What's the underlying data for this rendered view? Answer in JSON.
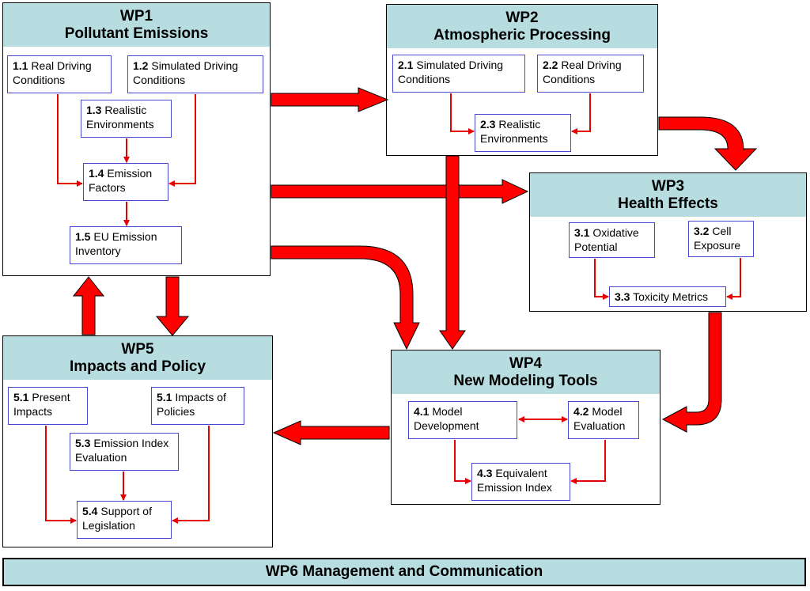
{
  "colors": {
    "header_bg": "#b7dde1",
    "arrow_fill": "#ff0000",
    "task_border": "#4747d1",
    "small_arrow": "#e60000"
  },
  "wp1": {
    "number": "WP1",
    "title": "Pollutant Emissions",
    "tasks": [
      {
        "num": "1.1",
        "text": "Real Driving Conditions"
      },
      {
        "num": "1.2",
        "text": "Simulated Driving Conditions"
      },
      {
        "num": "1.3",
        "text": "Realistic Environments"
      },
      {
        "num": "1.4",
        "text": "Emission Factors"
      },
      {
        "num": "1.5",
        "text": "EU Emission Inventory"
      }
    ]
  },
  "wp2": {
    "number": "WP2",
    "title": "Atmospheric Processing",
    "tasks": [
      {
        "num": "2.1",
        "text": "Simulated Driving Conditions"
      },
      {
        "num": "2.2",
        "text": "Real Driving Conditions"
      },
      {
        "num": "2.3",
        "text": "Realistic Environments"
      }
    ]
  },
  "wp3": {
    "number": "WP3",
    "title": "Health Effects",
    "tasks": [
      {
        "num": "3.1",
        "text": "Oxidative Potential"
      },
      {
        "num": "3.2",
        "text": "Cell Exposure"
      },
      {
        "num": "3.3",
        "text": "Toxicity Metrics"
      }
    ]
  },
  "wp4": {
    "number": "WP4",
    "title": "New Modeling Tools",
    "tasks": [
      {
        "num": "4.1",
        "text": "Model Development"
      },
      {
        "num": "4.2",
        "text": "Model Evaluation"
      },
      {
        "num": "4.3",
        "text": "Equivalent Emission Index"
      }
    ]
  },
  "wp5": {
    "number": "WP5",
    "title": "Impacts and Policy",
    "tasks": [
      {
        "num": "5.1",
        "text": "Present Impacts"
      },
      {
        "num": "5.1",
        "text": "Impacts of Policies"
      },
      {
        "num": "5.3",
        "text": "Emission Index Evaluation"
      },
      {
        "num": "5.4",
        "text": "Support of Legislation"
      }
    ]
  },
  "wp6": {
    "label": "WP6 Management and Communication"
  }
}
